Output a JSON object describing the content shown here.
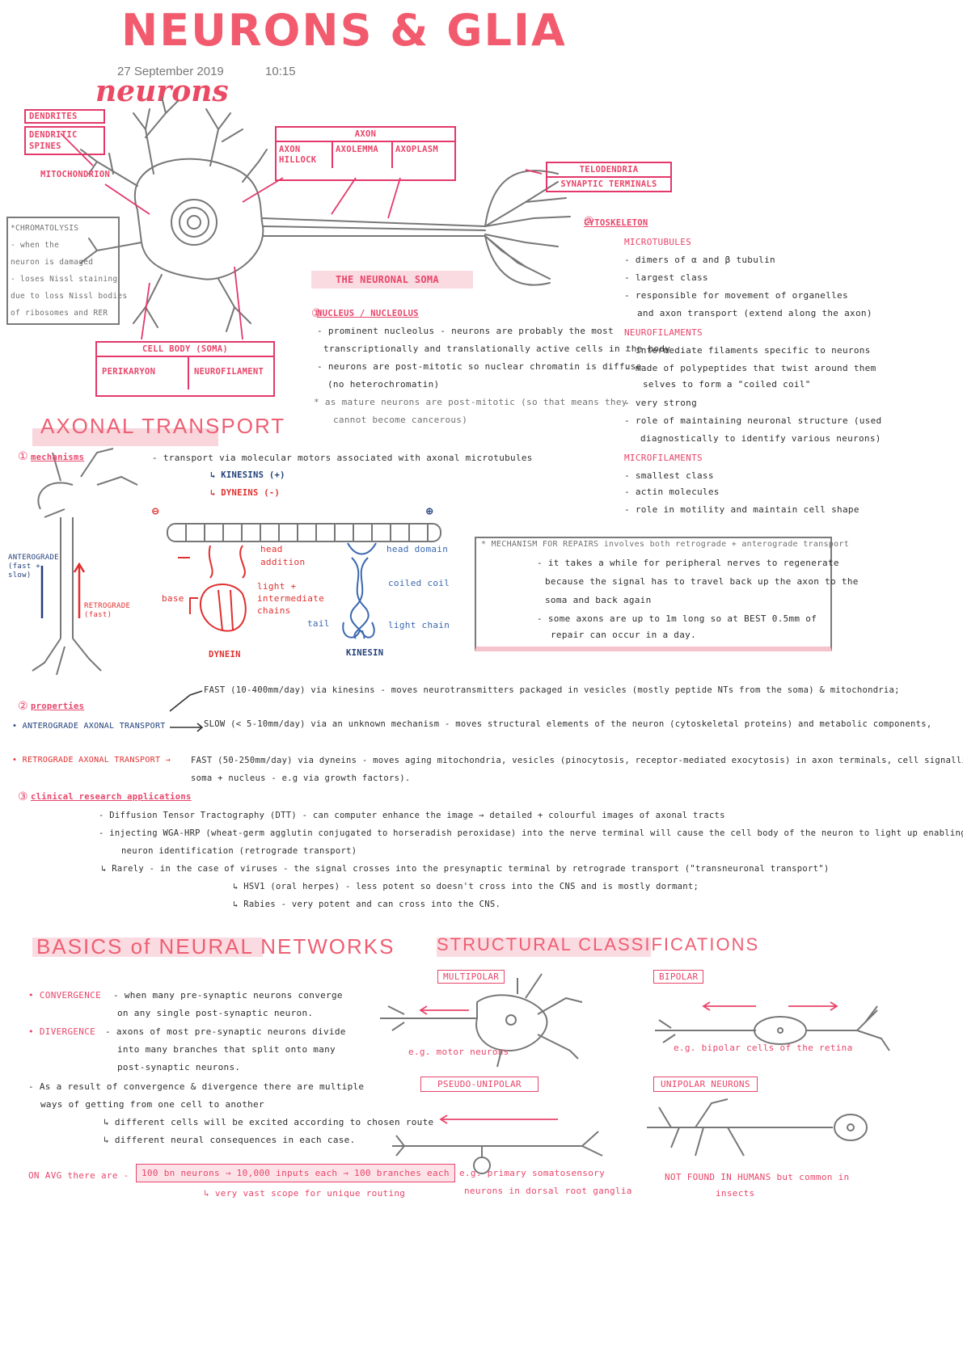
{
  "header": {
    "title": "NEURONS & GLIA",
    "date": "27 September 2019",
    "time": "10:15",
    "subtitle": "neurons"
  },
  "neuron_diagram": {
    "dendrites": "DENDRITES",
    "dendritic_spines": "DENDRITIC SPINES",
    "mitochondrion": "MITOCHONDRION",
    "axon": "AXON",
    "axon_hillock": "AXON HILLOCK",
    "axolemma": "AXOLEMMA",
    "axoplasm": "AXOPLASM",
    "telodendria": "TELODENDRIA",
    "synaptic_terminals": "SYNAPTIC TERMINALS",
    "cell_body": "CELL BODY (SOMA)",
    "perikaryon": "PERIKARYON",
    "neurofilament": "NEUROFILAMENT",
    "chromatolysis": [
      "*CHROMATOLYSIS",
      "- when the",
      "neuron is damaged",
      "- loses Nissl staining",
      "due to loss Nissl bodies",
      "of ribosomes and RER"
    ]
  },
  "soma": {
    "heading": "THE NEURONAL SOMA",
    "nucleus_heading": "NUCLEUS / NUCLEOLUS",
    "lines": [
      "- prominent nucleolus - neurons are probably the most",
      "transcriptionally and translationally active cells in the body",
      "- neurons are post-mitotic so nuclear chromatin is diffuse",
      "(no heterochromatin)",
      "* as mature neurons are post-mitotic (so that means they",
      "cannot become cancerous)"
    ]
  },
  "cytoskeleton": {
    "heading": "CYTOSKELETON",
    "microtubules": "MICROTUBULES",
    "mt_lines": [
      "- dimers of α and β tubulin",
      "- largest class",
      "- responsible for movement of organelles",
      "and axon transport (extend along the axon)"
    ],
    "neurofilaments": "NEUROFILAMENTS",
    "nf_lines": [
      "- intermediate filaments specific to neurons",
      "- made of polypeptides that twist around them",
      "selves to form a \"coiled coil\"",
      "- very strong",
      "- role of maintaining neuronal structure (used",
      "diagnostically to identify various neurons)"
    ],
    "microfilaments": "MICROFILAMENTS",
    "mf_lines": [
      "- smallest class",
      "- actin molecules",
      "- role in motility and maintain cell shape"
    ]
  },
  "axonal_transport": {
    "heading": "AXONAL TRANSPORT",
    "mechanisms": "mechanisms",
    "mech_line": "- transport via molecular motors associated with axonal microtubules",
    "kinesins": "↳ KINESINS (+)",
    "dyneins": "↳ DYNEINS (-)",
    "anterograde": "ANTEROGRADE (fast + slow)",
    "retrograde": "RETROGRADE (fast)",
    "head_addition": "head addition",
    "base": "base",
    "light_chains": "light + intermediate chains",
    "head_domain": "head domain",
    "coiled_coil": "coiled coil",
    "tail": "tail",
    "light_chain": "light chain",
    "dynein_label": "DYNEIN",
    "kinesin_label": "KINESIN",
    "repair_lines": [
      "* MECHANISM FOR REPAIRS involves both retrograde + anterograde transport",
      "- it takes a while for peripheral nerves to regenerate",
      "because the signal has to travel back up the axon to the",
      "soma and back again",
      "- some axons are up to 1m long so at BEST 0.5mm of",
      "repair can occur in a day."
    ],
    "properties": "properties",
    "antero_label": "• ANTEROGRADE AXONAL TRANSPORT",
    "fast_line": "FAST (10-400mm/day) via kinesins - moves neurotransmitters packaged in vesicles (mostly peptide NTs from the soma) & mitochondria;",
    "slow_line": "SLOW (< 5-10mm/day) via an unknown mechanism - moves structural elements of the neuron (cytoskeletal proteins) and metabolic components,",
    "retro_label": "• RETROGRADE AXONAL TRANSPORT →",
    "retro_line1": "FAST (50-250mm/day) via dyneins - moves aging mitochondria, vesicles (pinocytosis, receptor-mediated exocytosis) in axon terminals, cell signalling to",
    "retro_line2": "soma + nucleus - e.g via growth factors).",
    "clinical": "clinical research applications",
    "clin_lines": [
      "- Diffusion Tensor Tractography (DTT) - can computer enhance the image → detailed + colourful images of axonal tracts",
      "- injecting WGA-HRP (wheat-germ agglutin conjugated to horseradish peroxidase) into the nerve terminal will cause the cell body of the neuron to light up enabling",
      "neuron identification (retrograde transport)",
      "↳ Rarely - in the case of viruses - the signal crosses into the presynaptic terminal by retrograde transport (\"transneuronal transport\")",
      "↳ HSV1 (oral herpes) - less potent so doesn't cross into the CNS and is mostly dormant;",
      "↳ Rabies - very potent and can cross into the CNS."
    ]
  },
  "networks": {
    "heading": "BASICS of NEURAL NETWORKS",
    "convergence": "• CONVERGENCE",
    "conv_lines": [
      "- when many pre-synaptic neurons converge",
      "on any single post-synaptic neuron."
    ],
    "divergence": "• DIVERGENCE",
    "div_lines": [
      "- axons of most pre-synaptic neurons divide",
      "into many branches that split onto many",
      "post-synaptic neurons."
    ],
    "result_lines": [
      "- As a result of convergence & divergence there are multiple",
      "ways of getting from one cell to another",
      "↳ different cells will be excited according to chosen route",
      "↳ different neural consequences in each case."
    ],
    "avg_prefix": "ON AVG there are -",
    "avg_box": "100 bn neurons → 10,000 inputs each → 100 branches each",
    "avg_note": "↳ very vast scope for unique routing"
  },
  "structural": {
    "heading": "STRUCTURAL CLASSIFICATIONS",
    "multipolar": "MULTIPOLAR",
    "multipolar_eg": "e.g. motor neurons",
    "bipolar": "BIPOLAR",
    "bipolar_eg": "e.g. bipolar cells of the retina",
    "pseudo": "PSEUDO-UNIPOLAR",
    "pseudo_eg": [
      "e.g. primary somatosensory",
      "neurons in dorsal root ganglia"
    ],
    "unipolar": "UNIPOLAR NEURONS",
    "unipolar_eg": [
      "NOT FOUND IN HUMANS but common in",
      "insects"
    ]
  }
}
